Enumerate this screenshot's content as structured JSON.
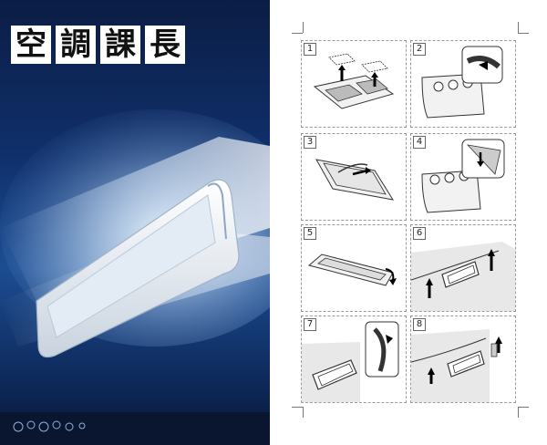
{
  "title": {
    "chars": [
      "空",
      "調",
      "課",
      "長"
    ]
  },
  "steps": [
    {
      "number": "1",
      "icon": "filter-insert-icon"
    },
    {
      "number": "2",
      "icon": "clip-detail-icon"
    },
    {
      "number": "3",
      "icon": "open-cover-icon"
    },
    {
      "number": "4",
      "icon": "clip-release-icon"
    },
    {
      "number": "5",
      "icon": "slide-filter-icon"
    },
    {
      "number": "6",
      "icon": "lift-handle-icon"
    },
    {
      "number": "7",
      "icon": "hinge-detail-icon"
    },
    {
      "number": "8",
      "icon": "attach-cover-icon"
    }
  ],
  "colors": {
    "background_dark": "#0e2a5c",
    "accent_light": "#cfe6ff",
    "line": "#333333"
  }
}
